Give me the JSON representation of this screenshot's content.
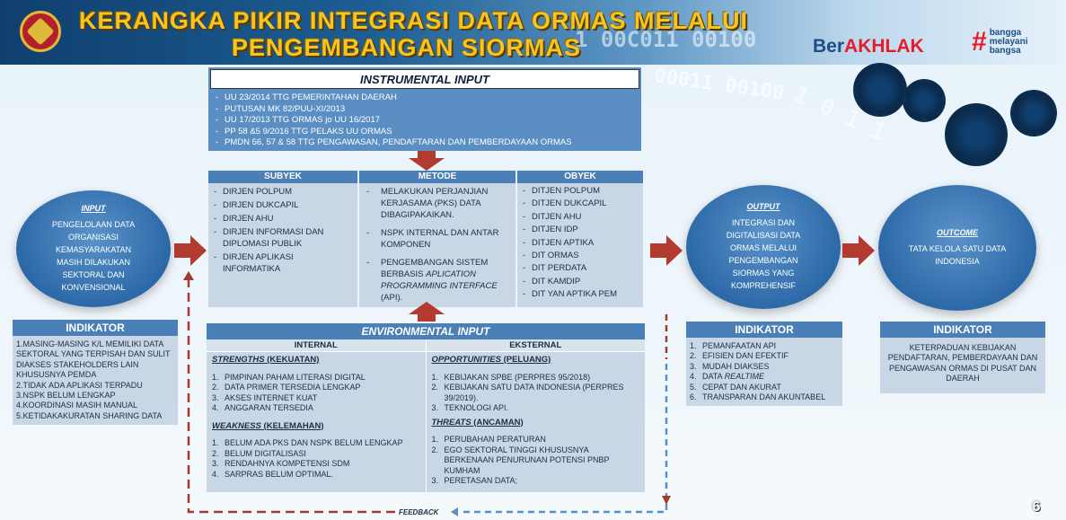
{
  "title": {
    "line1": "KERANGKA PIKIR INTEGRASI DATA ORMAS MELALUI",
    "line2": "PENGEMBANGAN SIORMAS"
  },
  "decor": {
    "binary1": "1 00C011 00100",
    "binary2": "00011 00100",
    "binary3": "1 0 1 1",
    "gear_color": "#0b2b4d"
  },
  "brand": {
    "ber": "Ber",
    "akhlak": "AKHLAK",
    "hash": "#",
    "bangga_1": "bangga",
    "bangga_2": "melayani",
    "bangga_3": "bangsa"
  },
  "colors": {
    "accent_blue": "#4a7fb7",
    "panel": "#c9d6e5",
    "arrow_red": "#b23a2f",
    "title_gold": "#f5c524",
    "feedback_red": "#a33a2e",
    "feedback_blue": "#5b8fc4"
  },
  "instrumental": {
    "title": "INSTRUMENTAL INPUT",
    "items": [
      "UU 23/2014 TTG PEMERINTAHAN DAERAH",
      "PUTUSAN MK 82/PUU-XI/2013",
      "UU 17/2013 TTG ORMAS jo UU 16/2017",
      "PP 58 &5 9/2016 TTG PELAKS UU ORMAS",
      "PMDN 56, 57 & 58 TTG PENGAWASAN, PENDAFTARAN DAN PEMBERDAYAAN ORMAS"
    ]
  },
  "subyek": {
    "title": "SUBYEK",
    "items": [
      "DIRJEN POLPUM",
      "DIRJEN DUKCAPIL",
      "DIRJEN AHU",
      "DIRJEN INFORMASI DAN DIPLOMASI PUBLIK",
      "DIRJEN APLIKASI INFORMATIKA"
    ]
  },
  "metode": {
    "title": "METODE",
    "items": [
      "MELAKUKAN PERJANJIAN KERJASAMA (PKS) DATA DIBAGIPAKAIKAN.",
      "NSPK INTERNAL DAN ANTAR KOMPONEN",
      "PENGEMBANGAN SISTEM BERBASIS"
    ],
    "item3_italic": "APLICATION PROGRAMMING INTERFACE",
    "item3_tail": " (API)."
  },
  "obyek": {
    "title": "OBYEK",
    "items": [
      "DITJEN POLPUM",
      "DITJEN DUKCAPIL",
      "DITJEN AHU",
      "DITJEN IDP",
      "DITJEN APTIKA",
      "DIT ORMAS",
      "DIT PERDATA",
      "DIT KAMDIP",
      "DIT YAN APTIKA PEM"
    ]
  },
  "environmental": {
    "title": "ENVIRONMENTAL INPUT",
    "internal": "INTERNAL",
    "eksternal": "EKSTERNAL",
    "strengths": {
      "head": "STRENGTHS",
      "head2": "(KEKUATAN)",
      "items": [
        "PIMPINAN PAHAM LITERASI DIGITAL",
        "DATA PRIMER TERSEDIA LENGKAP",
        "AKSES INTERNET KUAT",
        "ANGGARAN TERSEDIA"
      ]
    },
    "weakness": {
      "head": "WEAKNESS",
      "head2": "(KELEMAHAN)",
      "items": [
        "BELUM ADA PKS DAN NSPK BELUM LENGKAP",
        "BELUM DIGITALISASI",
        "RENDAHNYA KOMPETENSI SDM",
        "SARPRAS BELUM OPTIMAL."
      ]
    },
    "opportunities": {
      "head": "OPPORTUNITIES",
      "head2": "(PELUANG)",
      "items": [
        "KEBIJAKAN SPBE (PERPRES 95/2018)",
        "KEBIJAKAN SATU DATA INDONESIA (PERPRES 39/2019).",
        "TEKNOLOGI API."
      ]
    },
    "threats": {
      "head": "THREATS",
      "head2": "(ANCAMAN)",
      "items": [
        "PERUBAHAN PERATURAN",
        "EGO SEKTORAL TINGGI KHUSUSNYA BERKENAAN PENURUNAN POTENSI PNBP KUMHAM",
        "PERETASAN DATA;"
      ]
    }
  },
  "input": {
    "title": "INPUT",
    "text": "PENGELOLAAN DATA ORGANISASI KEMASYARAKATAN MASIH DILAKUKAN SEKTORAL DAN KONVENSIONAL"
  },
  "output": {
    "title": "OUTPUT",
    "text": "INTEGRASI DAN DIGITALISASI DATA ORMAS MELALUI PENGEMBANGAN SIORMAS YANG KOMPREHENSIF"
  },
  "outcome": {
    "title": "OUTCOME",
    "text": "TATA KELOLA SATU DATA INDONESIA"
  },
  "indikator_input": {
    "title": "INDIKATOR",
    "items": [
      "1.MASING-MASING K/L MEMILIKI DATA SEKTORAL YANG TERPISAH DAN SULIT DIAKSES STAKEHOLDERS LAIN KHUSUSNYA PEMDA",
      "2.TIDAK ADA APLIKASI TERPADU",
      "3.NSPK BELUM LENGKAP",
      "4.KOORDINASI MASIH MANUAL",
      "5.KETIDAKAKURATAN SHARING DATA"
    ]
  },
  "indikator_output": {
    "title": "INDIKATOR",
    "items": [
      "PEMANFAATAN API",
      "EFISIEN DAN EFEKTIF",
      "MUDAH DIAKSES",
      "DATA",
      "CEPAT DAN AKURAT",
      "TRANSPARAN DAN AKUNTABEL"
    ],
    "item4_italic": "REALTIME"
  },
  "indikator_outcome": {
    "title": "INDIKATOR",
    "text": "KETERPADUAN KEBIJAKAN PENDAFTARAN, PEMBERDAYAAN DAN PENGAWASAN ORMAS DI PUSAT DAN DAERAH"
  },
  "feedback": "FEEDBACK",
  "page_number": "6"
}
